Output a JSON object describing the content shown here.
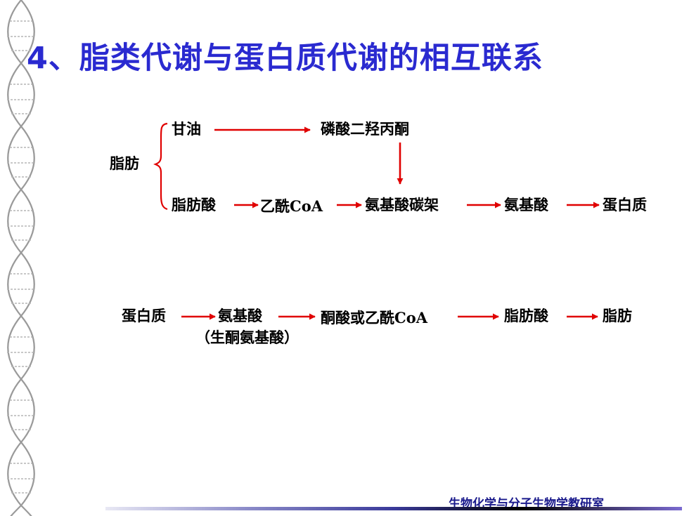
{
  "title": "4、脂类代谢与蛋白质代谢的相互联系",
  "diagram1": {
    "fat": "脂肪",
    "glycerol": "甘油",
    "dhap": "磷酸二羟丙酮",
    "fatty_acid": "脂肪酸",
    "acetyl_coa": "乙酰CoA",
    "aa_skeleton": "氨基酸碳架",
    "amino_acid": "氨基酸",
    "protein": "蛋白质"
  },
  "diagram2": {
    "protein": "蛋白质",
    "amino_acid": "氨基酸",
    "ketogenic_note": "（生酮氨基酸）",
    "keto_or_acetyl": "酮酸或乙酰CoA",
    "fatty_acid": "脂肪酸",
    "fat": "脂肪"
  },
  "footer": {
    "text": "生物化学与分子生物学教研室"
  },
  "colors": {
    "title": "#2a2ad0",
    "arrow": "#e00000",
    "footer_text": "#1a1a8c"
  }
}
